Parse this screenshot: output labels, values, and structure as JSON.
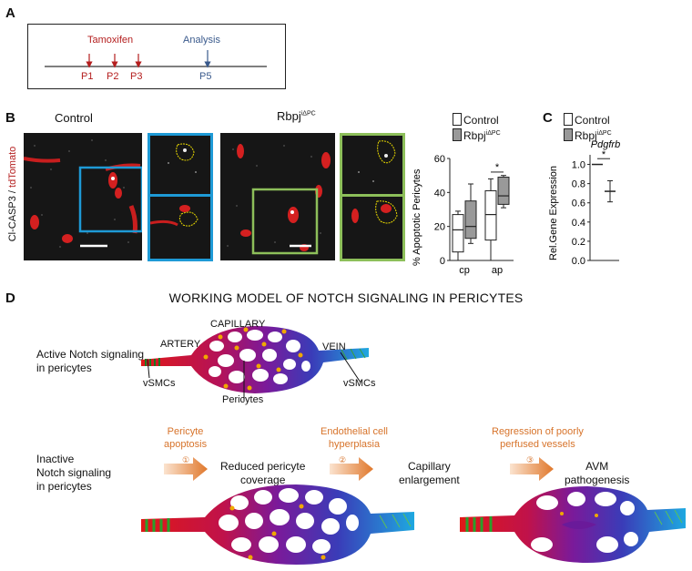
{
  "panels": {
    "A": "A",
    "B": "B",
    "C": "C",
    "D": "D"
  },
  "timeline": {
    "treatment": "Tamoxifen",
    "analysis": "Analysis",
    "days": [
      "P1",
      "P2",
      "P3"
    ],
    "analysis_day": "P5"
  },
  "panel_b": {
    "control_title": "Control",
    "mutant_title": "Rbpj",
    "mutant_sup": "iΔPC",
    "ylabel_part1": "Cl-CASP3 / ",
    "ylabel_part2": "tdTomato"
  },
  "legend": {
    "control": "Control",
    "mutant": "Rbpj",
    "mutant_sup": "iΔPC"
  },
  "colors": {
    "red": "#b41e1e",
    "blue": "#3a5a8c",
    "orange": "#d7732a",
    "cyan_frame": "#1e9ad6",
    "green_frame": "#8dbf5a"
  },
  "chart_data": [
    {
      "type": "box",
      "ylabel": "% Apoptotic Pericytes",
      "ylim": [
        0,
        60
      ],
      "yticks": [
        "0",
        "20",
        "40",
        "60"
      ],
      "categories": [
        "cp",
        "ap"
      ],
      "series": [
        {
          "name": "Control",
          "boxes": [
            {
              "min": 0,
              "q1": 5,
              "median": 18,
              "q3": 27,
              "max": 29
            },
            {
              "min": 0,
              "q1": 12,
              "median": 27,
              "q3": 41,
              "max": 48
            }
          ]
        },
        {
          "name": "Rbpj iΔPC",
          "boxes": [
            {
              "min": 10,
              "q1": 13,
              "median": 20,
              "q3": 35,
              "max": 45
            },
            {
              "min": 31,
              "q1": 33,
              "median": 38,
              "q3": 49,
              "max": 50
            }
          ]
        }
      ],
      "significance": "*"
    },
    {
      "type": "scatter",
      "title": "Pdgfrb",
      "ylabel": "Rel.Gene Expression",
      "ylim": [
        0,
        1.1
      ],
      "yticks": [
        "0.0",
        "0.2",
        "0.4",
        "0.6",
        "0.8",
        "1.0"
      ],
      "series": [
        {
          "name": "Control",
          "mean": 1.0,
          "error": 0.0
        },
        {
          "name": "Rbpj iΔPC",
          "mean": 0.72,
          "error": 0.11
        }
      ],
      "significance": "*"
    }
  ],
  "model": {
    "title": "WORKING MODEL OF NOTCH SIGNALING IN PERICYTES",
    "active_line1": "Active Notch signaling",
    "active_line2": "in pericytes",
    "capillary": "CAPILLARY",
    "artery": "ARTERY",
    "vein": "VEIN",
    "vsmcs": "vSMCs",
    "pericytes": "Pericytes",
    "inactive_line1": "Inactive",
    "inactive_line2": "Notch signaling",
    "inactive_line3": "in pericytes",
    "step1_line1": "Pericyte",
    "step1_line2": "apoptosis",
    "step1_num": "①",
    "step2_line1": "Endothelial cell",
    "step2_line2": "hyperplasia",
    "step2_num": "②",
    "step3_line1": "Regression of poorly",
    "step3_line2": "perfused vessels",
    "step3_num": "③",
    "stage1_line1": "Reduced pericyte",
    "stage1_line2": "coverage",
    "stage2_line1": "Capillary",
    "stage2_line2": "enlargement",
    "stage3_line1": "AVM",
    "stage3_line2": "pathogenesis"
  }
}
